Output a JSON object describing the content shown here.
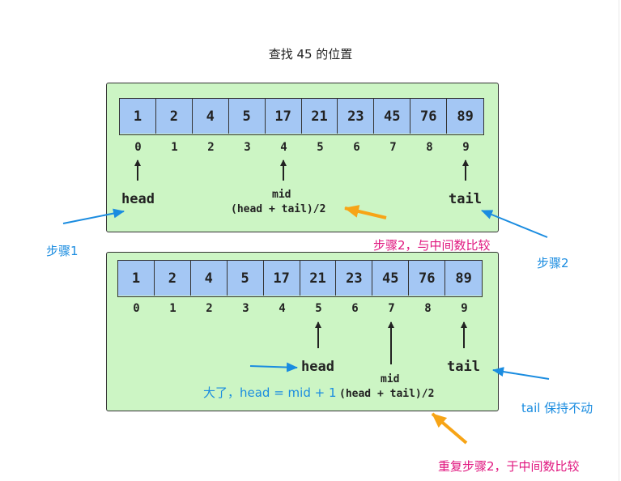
{
  "title": "查找 45 的位置",
  "array": [
    "1",
    "2",
    "4",
    "5",
    "17",
    "21",
    "23",
    "45",
    "76",
    "89"
  ],
  "indices": [
    "0",
    "1",
    "2",
    "3",
    "4",
    "5",
    "6",
    "7",
    "8",
    "9"
  ],
  "step1_panel": {
    "head_label": "head",
    "mid_label": "mid",
    "mid_formula": "(head + tail)/2",
    "tail_label": "tail"
  },
  "step2_panel": {
    "head_label": "head",
    "mid_label": "mid",
    "mid_formula": "(head + tail)/2",
    "tail_label": "tail",
    "head_note": "大了，head = mid + 1"
  },
  "annotations": {
    "step1": "步骤1",
    "step2_compare": "步骤2，与中间数比较",
    "step2": "步骤2",
    "tail_keep": "tail 保持不动",
    "repeat_step2": "重复步骤2，于中间数比较"
  },
  "colors": {
    "panel_bg": "#ccf5c4",
    "cell_bg": "#a4c7f4",
    "annotation_blue": "#1a8ce0",
    "annotation_magenta": "#e0157e",
    "arrow_orange": "#f7a416"
  }
}
